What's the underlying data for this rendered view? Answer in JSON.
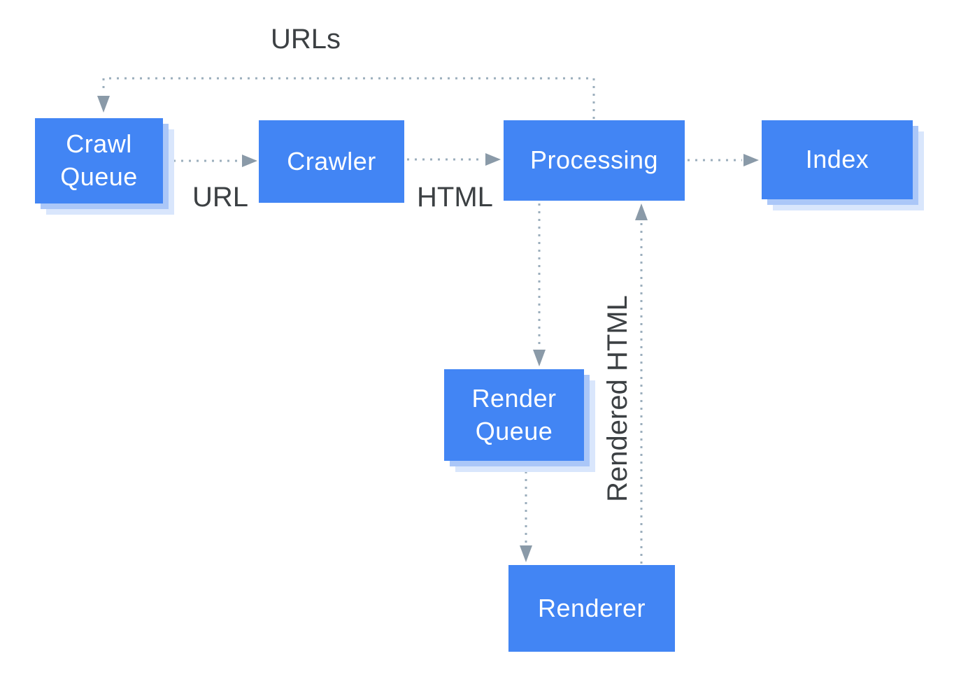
{
  "diagram": {
    "nodes": [
      {
        "id": "crawl-queue",
        "label": "Crawl Queue",
        "shadow": true
      },
      {
        "id": "crawler",
        "label": "Crawler",
        "shadow": false
      },
      {
        "id": "processing",
        "label": "Processing",
        "shadow": false
      },
      {
        "id": "index",
        "label": "Index",
        "shadow": true
      },
      {
        "id": "render-queue",
        "label": "Render Queue",
        "shadow": true
      },
      {
        "id": "renderer",
        "label": "Renderer",
        "shadow": false
      }
    ],
    "edges": [
      {
        "from": "processing",
        "to": "crawl-queue",
        "label": "URLs",
        "style": "dotted-arrow"
      },
      {
        "from": "crawl-queue",
        "to": "crawler",
        "label": "URL",
        "style": "dotted-arrow"
      },
      {
        "from": "crawler",
        "to": "processing",
        "label": "HTML",
        "style": "dotted-arrow"
      },
      {
        "from": "processing",
        "to": "index",
        "label": "",
        "style": "dotted-arrow"
      },
      {
        "from": "processing",
        "to": "render-queue",
        "label": "",
        "style": "dotted-arrow"
      },
      {
        "from": "render-queue",
        "to": "renderer",
        "label": "",
        "style": "dotted-arrow"
      },
      {
        "from": "renderer",
        "to": "processing",
        "label": "Rendered HTML",
        "style": "dotted-arrow"
      }
    ],
    "colors": {
      "node_fill": "#4285f4",
      "node_text": "#ffffff",
      "shadow_inner": "#abc7f8",
      "shadow_outer": "#d9e6fc",
      "connector": "#9baebc",
      "arrowhead": "#8a9aa8",
      "label_text": "#3c4043",
      "background": "#ffffff"
    }
  }
}
